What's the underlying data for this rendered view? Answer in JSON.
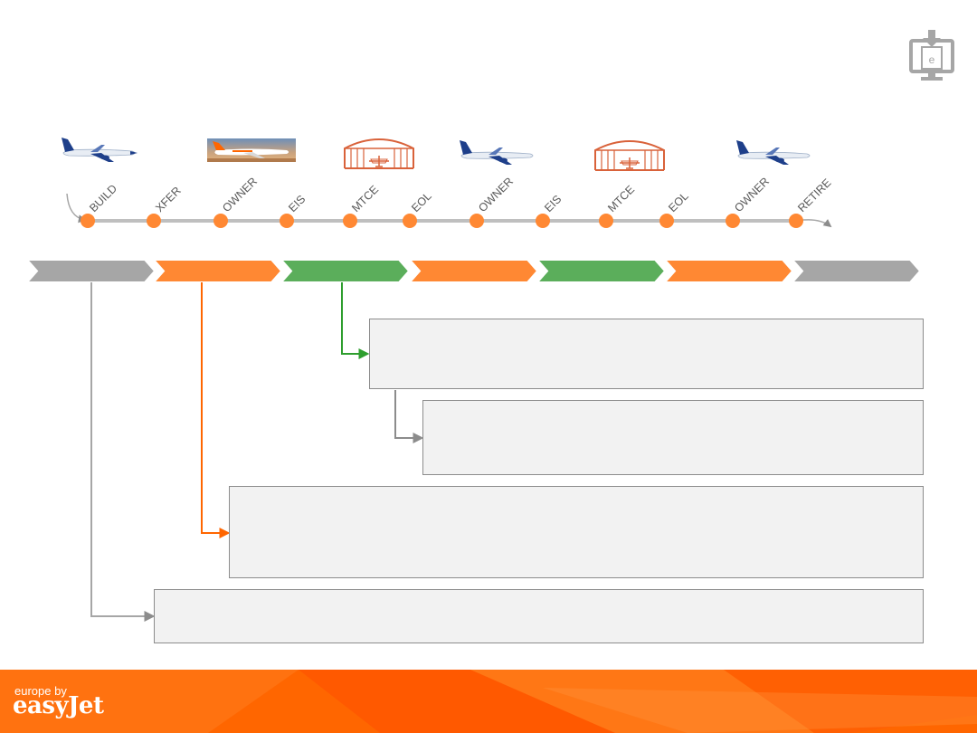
{
  "timeline": {
    "milestones": [
      "BUILD",
      "XFER",
      "OWNER",
      "EIS",
      "MTCE",
      "EOL",
      "OWNER",
      "EIS",
      "MTCE",
      "EOL",
      "OWNER",
      "RETIRE"
    ]
  },
  "icons": {
    "top_right": "download-document-monitor-icon",
    "row": [
      "airbus-plane-icon",
      "easyjet-plane-photo",
      "hangar-icon",
      "airbus-plane-icon",
      "hangar-icon",
      "airbus-plane-icon"
    ]
  },
  "phase_colors": [
    "#A6A6A6",
    "#FF8833",
    "#5BAE5B",
    "#FF8833",
    "#5BAE5B",
    "#FF8833",
    "#A6A6A6"
  ],
  "colors": {
    "accent": "#FF8833",
    "green": "#5BAE5B",
    "grey": "#A6A6A6",
    "brand": "#FF6600",
    "box_fill": "#F2F2F2"
  },
  "footer": {
    "brand_line1": "europe by",
    "brand_line2": "easyJet"
  }
}
